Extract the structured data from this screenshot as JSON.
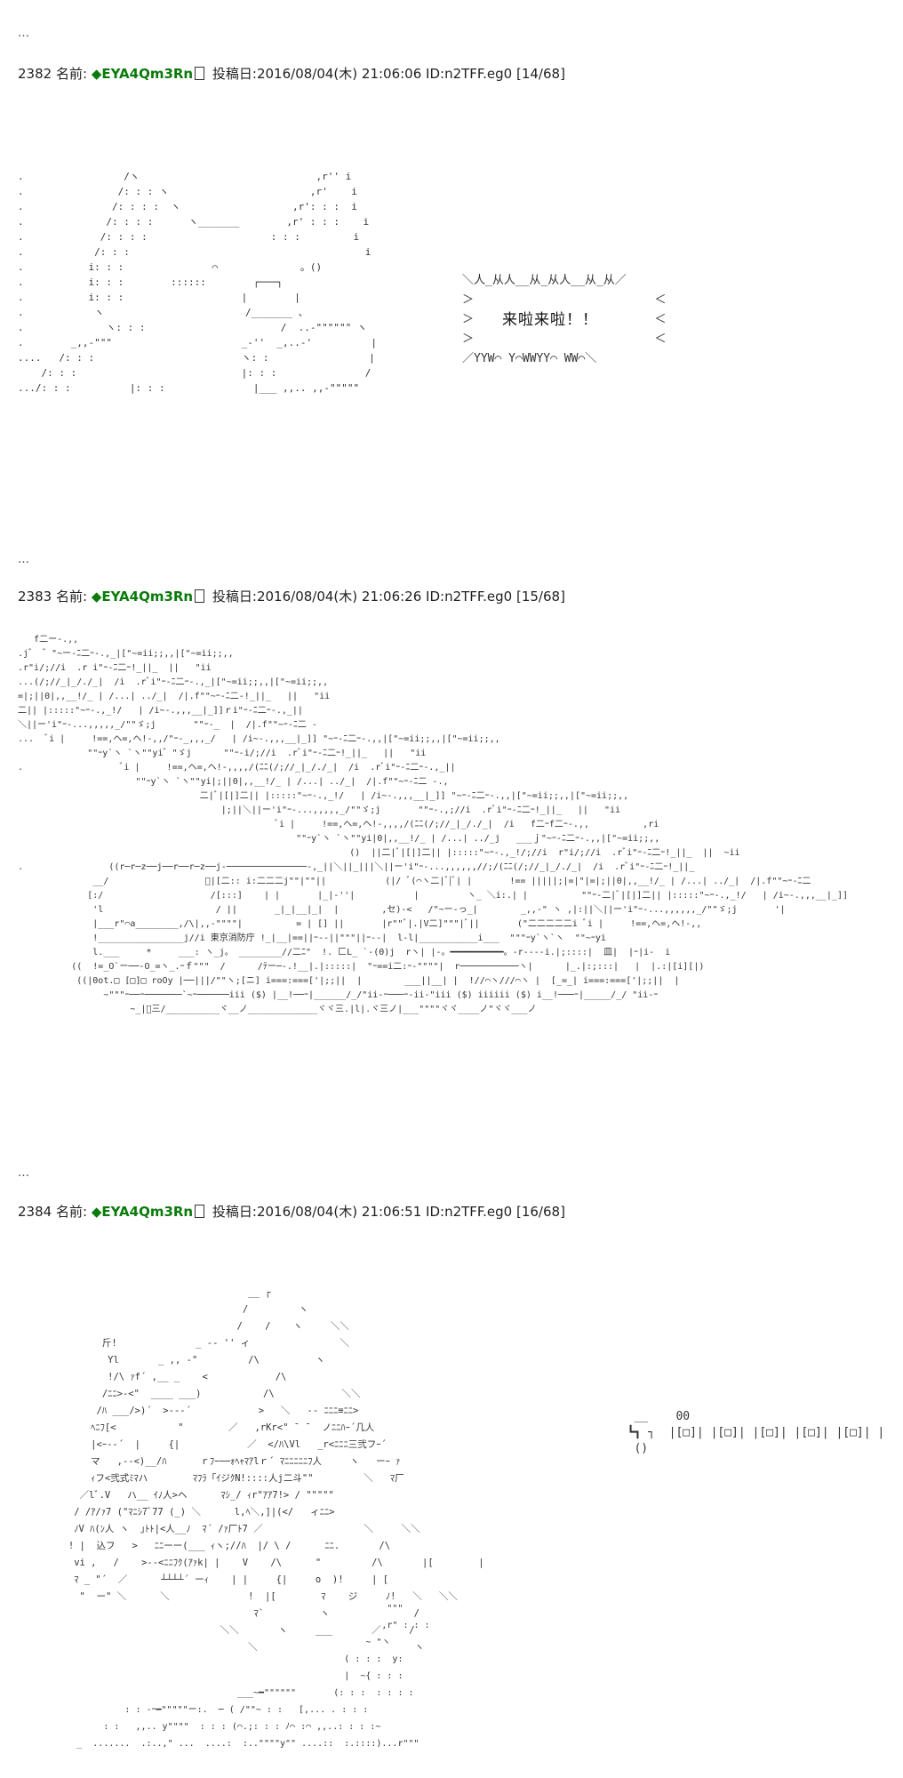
{
  "posts": [
    {
      "number": "2382",
      "name_label": "名前:",
      "trip": "◆EYA4Qm3Rn",
      "posted_label": "投稿日:",
      "datetime": "2016/08/04(木) 21:06:06",
      "id": "ID:n2TFF.eg0",
      "counter": "[14/68]",
      "ellipsis": "…"
    },
    {
      "number": "2383",
      "name_label": "名前:",
      "trip": "◆EYA4Qm3Rn",
      "posted_label": "投稿日:",
      "datetime": "2016/08/04(木) 21:06:26",
      "id": "ID:n2TFF.eg0",
      "counter": "[15/68]",
      "ellipsis": "…"
    },
    {
      "number": "2384",
      "name_label": "名前:",
      "trip": "◆EYA4Qm3Rn",
      "posted_label": "投稿日:",
      "datetime": "2016/08/04(木) 21:06:51",
      "id": "ID:n2TFF.eg0",
      "counter": "[16/68]",
      "ellipsis": "…"
    }
  ],
  "shout": "来啦来啦！！",
  "aa1": ".                 /ヽ                              ,r'' i\n.                /: : : ヽ                        ,r'    i\n.               /: : : :  ヽ                   ,r': : :  i\n.              /: : : :      ヽ_______        ,r' : : :    i\n.             /: : : :                     : : :         i\n.            /: : :                                        i\n.           i: : :               ⌒              。()\n.           i: : :        ::::::        ┌───┐\n.           i: : :                    |        |\n.            ヽ                        /_______ 、\n.              ヽ: : :                       /  ..-\"\"\"\"\"\" ヽ\n.        _,,-\"\"\"                      _-''  _,..-'          |\n....   /: : :                         ヽ: :                 |\n    /: : :                            |: : :               /\n.../: : :          |: : :               |___ ,,.. ,,-\"\"\"\"\"",
  "aa2": "   f二ー-.,,\n.j゛ ゛\"~ー-ﾆ二ｰ-.,_|[\"~=ii;;,,|[\"~=ii;;,,\n.r\"i/;//i  .r i\"ｰ-ﾆ二ｰ!_||_  ||   \"ii\n...(/;//_|_/./_|  /i  .rﾞi\"ｰ-ﾆ二ｰ-.,_|[\"~=ii;;,,|[\"~=ii;;,,\n=|;||0|,,__!/_ | /...| ../_|  /|.f\"\"~ｰ-ﾆ二-!_||_   ||   \"ii\n二|| |:::::\"~ｰ-.,_!/   | /i~-.,,,__|_]]ｒi\"ｰ-ﾆ二ｰ-.,_||\n＼||ー'i\"ｰ-...,,,,,_/\"\"ゞ;j       \"\"ｰ-_  |  /|.f\"\"~ｰ-ﾆ二 -\n...  ﾞi |     !==,ヘ=,ヘ!-,,/\"ｰ-_,,,_/   | /i~-.,,,__|_]] \"~ｰ-ﾆ二ｰ-.,,|[\"~=ii;;,,|[\"~=ii;;,,\n             \"\"ｰy`ヽ `ヽ\"\"yi゛\"ゞj      \"\"ｰ-i/;//i  .rﾞi\"ｰ-ﾆ二ｰ!_||_   ||   \"ii\n.                  ﾞi |     !==,ヘ=,ヘ!-,,,,/(ﾆﾆ(/;//_|_/./_|  /i  .rﾞi\"ｰ-ﾆ二ｰ-.,_||\n                      \"\"ｰy`ヽ `ヽ\"\"yi|;||0|,,__!/_ | /...| ../_|  /|.f\"\"~ｰ-ﾆ二 -.,\n                                  二|ﾞ|[|]二|| |:::::\"~ｰ-.,_!/   | /i~-.,,,__|_]] \"~ｰ-ﾆ二ｰ-.,,|[\"~=ii;;,,|[\"~=ii;;,,\n                                      |;||＼||ー'i\"ｰ-...,,,,,_/\"\"ゞ;j       \"\"ｰ-.,;//i  .rﾞi\"ｰ-ﾆ二ｰ!_||_   ||   \"ii\n                                                ﾞi |     !==,ヘ=,ヘ!-,,,,/(ﾆﾆ(/;//_|_/./_|  /i   f二ｰf二ｰ-.,,          ,ri\n                                                    \"\"ｰy`ヽ `ヽ\"\"yi|0|,,__!/_ | /...| ../_j   ___ｊ\"~ｰ-ﾆ二ｰ-.,,|[\"~=ii;;,,\n                                                              ()  ||二|ﾞ|[|]二|| |:::::\"~ｰ-.,_!/;//i  r\"i/;//i  .rﾞi\"ｰ-ﾆ二ｰ!_||_  ||  ~ii\n.                ((r─r─z──j──r──r─z──j-───────────────-,_||＼||_|||＼||ー'i\"ｰ-...,,,,,,//;/(ﾆﾆ(/;//_|_/./_|  /i  .rﾞi\"ｰ-ﾆ二ｰ!_||_\n              __/                  ﾞ|[二:: i:二二二j\"\"|\"\"||           (|/ ﾞ(⌒ヽ二|ﾞ|ﾞ| |       !== |||||;|=|\"|=|;||0|,,__!/_ | /...| ../_|  /|.f\"\"~ｰ-ﾆ二\n             [:/                    /[:::]    | |       |_|-''|           |         ヽ_ ＼i:.| |          \"\"ｰ-二|ﾞ|[|]二|| |:::::\"~ｰ-.,_!/   | /i~-.,,,__|_]]\n              'l                     / ||       _|_|__|_|  |        ,セ)-<   /\"~ー-っ_|        _,,-\" ヽ ,|:||＼||ー'i\"ｰ-...,,,,,,_/\"\"ゞ;j       '|\n              |___r\"⌒a________,/\\|,,-\"\"\"\"|          = | [] ||       |r\"\"ﾞ|.|V二]\"\"\"|ﾞ||       (\"二二二二二i ﾞi |     !==,ヘ=,ヘ!-,,\n              !________________j//i 東京消防庁 !_|__|==||ｰ--||\"\"\"||ｰ--|  l-l|___________i___  \"\"\"ｰy`ヽ`ヽ  \"\"~ｰyi\n              l.___     *     ___: ヽ_j。 ________//二ﾆ\"  !. 匚L_ `-(0)j  rヽ| |-。━━━━━━━━━━。-r----i.|;::::|  皿|  |ｰ|i-  i\n          ((  !=_O`ー──‐O_=ヽ_.ｰｆ\"\"\"  /      /ﾃー─-.!__|.|:::::|  \"ｰ==i二:ｰ-\"\"\"\"|  r───────────ヽ|      |_.|:;:::|   |  |.:|[i][|)\n           ((|0ot.□ [□]□ roOy |──|||/\"\"ヽ;[ニ] i===:===['|;;||  |        ___||__| |  !//⌒ヽ///⌒ヽ |  [_=_| i===:===['|;;||  |\n                ~\"\"\"ｰ──ｰ───────`~ｰ──────iii ($) |__!──ｰ|______/_/\"ii-ｰ───ｰ-ii-\"iii ($) iiiiii ($) i__!───ｰ|_____/_/ \"ii-ｰ\n                     ~_|ﾞ三/__________ヾ__ノ_____________ヾヾ三.|l|.ヾ三ノ|___\"\"\"\"ヾヾ____ノ\"ヾヾ___ノ",
  "aa3": "                                         __ ┌\n                                        /         ヽ\n                                       /    /    ヽ     ＼＼\n               斤!              _ -- '' ィ                ＼\n                Yl       _ ,, -\"         /\\          ヽ\n                !/\\ ｧf´ ,__ _    <            /\\\n               /ﾆﾆ>-<\"  ____ ___)           /\\            ＼＼\n              /ﾊ ___/>)´  >---´            >   ＼   -- ﾆﾆﾆ≡ﾆﾆ>\n             ﾍﾆﾌ[<           \"        ／   ,rKr<\" ̄  ̄   ノﾆﾆﾊｰ´几人\n             |<ｰ--´  |     {|            ／  </ﾊ\\Vl   _r<ﾆﾆﾆ三弐フｰ´\n             マ   ,--<)__/ﾊ      ｒﾌｰ──ｫﾍｬﾏｱlｒ´ ﾏﾆﾆﾆﾆﾆﾌ人     ヽ   ーｰ ｧ\n             ｨフ<弐式ﾐﾏハ        ﾏﾌﾗ「ｲジｸN!::::人j二斗\"\"         ＼   ﾏ厂\n           ／lﾞ.V   ハ__ ｲﾉ人>ヘ      ﾏｼ_/ ｨr\"ｱｱ7!> / \"\"\"\"\"\n          / /ｱ/ｧ7 (\"ﾏﾆｼ7ﾞ77 (_) ＼      l,ﾍ＼,]|(</   ィﾆﾆ>\n          ﾉV ﾊ(ﾝ人 ヽ  ｣ﾄﾄ|<人__ﾉ  ﾏ´ /ｧ厂ﾄ7 ／                  ＼     ＼＼\n         ! |  込フ   >   ﾆﾆーー(___ ｨヽ;//ﾊ  |/ \\ /      ﾆﾆ.       /\\\n          vi ,   /    >--<ﾆﾆﾌｸ(ｱｧk| |    V    /\\      \"         /\\       |[        |\n          ﾏ _ \"´  ／      ┴┴┴┴´ ーｨ    | |     {|     o  )!     | [\n           \"  ー\" ＼      ＼              !  |[        ﾏ    ジ     ﾉ!   ＼   ＼＼\n                                          ﾏ`          ヽ               /\n                                    ＼＼       ヽ     ___       ／     /\n                                         ＼                            ヽ",
  "aa4": "   __    00\n  ┗┓ ┐  |[□]| |[□]| |[□]| |[□]| |[□]| |\n   ()",
  "aa5": "                                                                     \"\"\"\n                                                                    ,r\" : : :\n                                                                 ~ \"ヽ\n                                                             ( : : :  y:\n                                                             |  ~{ : : :\n                                         ___~━\"\"\"\"\"\"       (: : :  : : : :\n                    : : -ｰ━\"\"\"\"\"ー:.  ─ ( /\"\"~ : :   [,... . : : :\n                : :   ,,.. y\"\"\"\"  : : : (⌒.;: : : ﾉ⌒ :⌒ ,,..: : : :~\n           _  .......  .:..,\" ...  ....:  :..\"\"\"\"y\"\" ....::  :.::::)...r\"\"\""
}
